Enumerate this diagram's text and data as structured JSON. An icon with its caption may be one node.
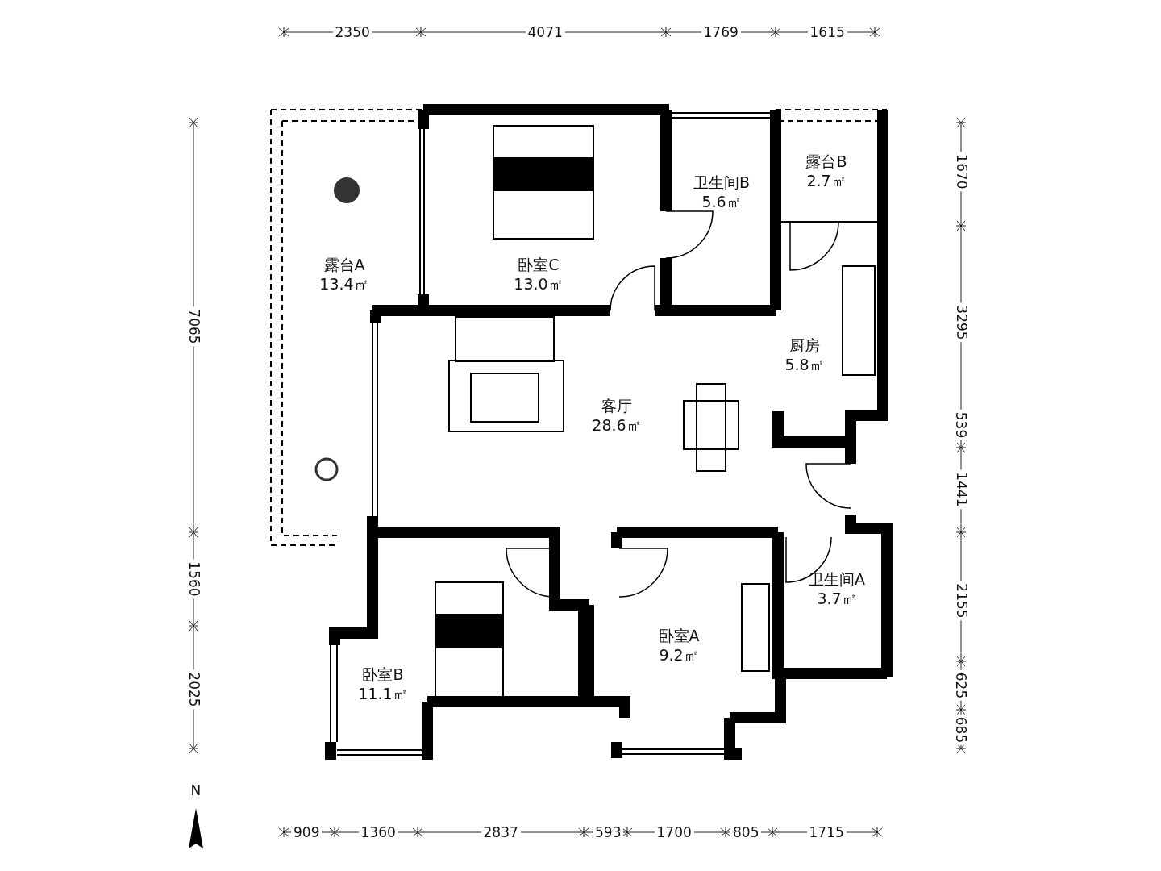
{
  "diagram": {
    "nodes": [
      {
        "text": [
          "露台A",
          "13.4㎡"
        ]
      },
      {
        "text": [
          "卧室C",
          "13.0㎡"
        ]
      },
      {
        "text": [
          "卫生间B",
          "5.6㎡"
        ]
      },
      {
        "text": [
          "露台B",
          "2.7㎡"
        ]
      },
      {
        "text": [
          "厨房",
          "5.8㎡"
        ]
      },
      {
        "text": [
          "客厅",
          "28.6㎡"
        ]
      },
      {
        "text": [
          "卫生间A",
          "3.7㎡"
        ]
      },
      {
        "text": [
          "卧室A",
          "9.2㎡"
        ]
      },
      {
        "text": [
          "卧室B",
          "11.1㎡"
        ]
      }
    ],
    "labels": [
      "2350",
      "4071",
      "1769",
      "1615",
      "7065",
      "1670",
      "3295",
      "539",
      "1441",
      "1560",
      "2155",
      "2025",
      "625",
      "685",
      "N",
      "909",
      "1360",
      "2837",
      "593",
      "1700",
      "805",
      "1715"
    ]
  }
}
